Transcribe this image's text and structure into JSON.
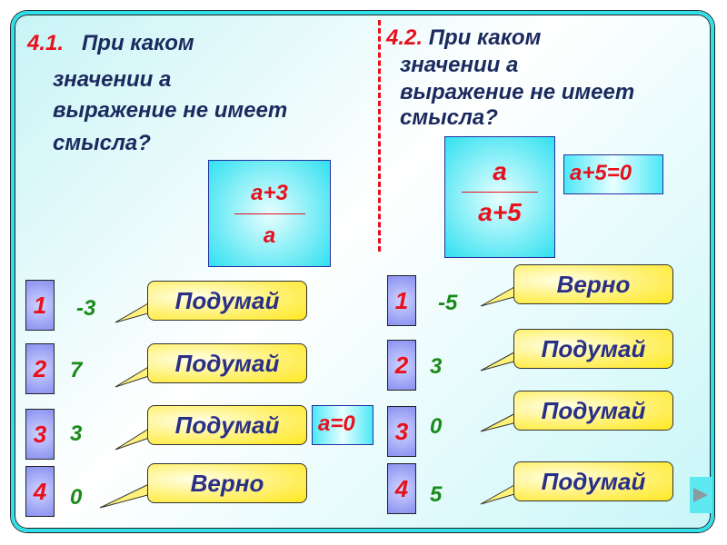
{
  "left": {
    "number": "4.1.",
    "lines": [
      "При  каком",
      "значении а",
      "выражение не  имеет",
      "смысла?"
    ],
    "fraction": {
      "numerator": "a+3",
      "denominator": "a"
    },
    "options": [
      {
        "n": "1",
        "value": "-3",
        "feedback": "Подумай"
      },
      {
        "n": "2",
        "value": "7",
        "feedback": "Подумай"
      },
      {
        "n": "3",
        "value": "3",
        "feedback": "Подумай"
      },
      {
        "n": "4",
        "value": "0",
        "feedback": "Верно"
      }
    ],
    "hint": "a=0"
  },
  "right": {
    "number": "4.2.",
    "lines": [
      "При  каком",
      "значении  а",
      "выражение не  имеет",
      "смысла?"
    ],
    "fraction": {
      "numerator": "a",
      "denominator": "a+5"
    },
    "options": [
      {
        "n": "1",
        "value": "-5",
        "feedback": "Верно"
      },
      {
        "n": "2",
        "value": "3",
        "feedback": "Подумай"
      },
      {
        "n": "3",
        "value": "0",
        "feedback": "Подумай"
      },
      {
        "n": "4",
        "value": "5",
        "feedback": "Подумай"
      }
    ],
    "hint": "a+5=0"
  },
  "nav": {
    "icon": "play-next-icon"
  }
}
